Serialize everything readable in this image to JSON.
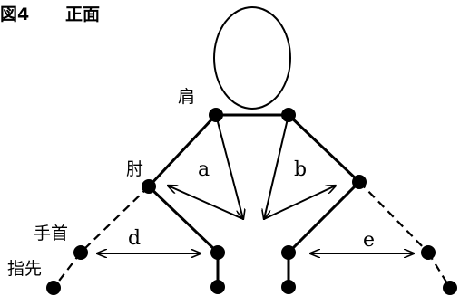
{
  "title": {
    "figure": "図4",
    "view": "正面"
  },
  "labels": {
    "shoulder": "肩",
    "elbow": "肘",
    "wrist": "手首",
    "fingertip": "指先"
  },
  "arrow_labels": {
    "a": "a",
    "b": "b",
    "d": "d",
    "e": "e"
  },
  "colors": {
    "ink": "#000000",
    "background": "#ffffff"
  }
}
